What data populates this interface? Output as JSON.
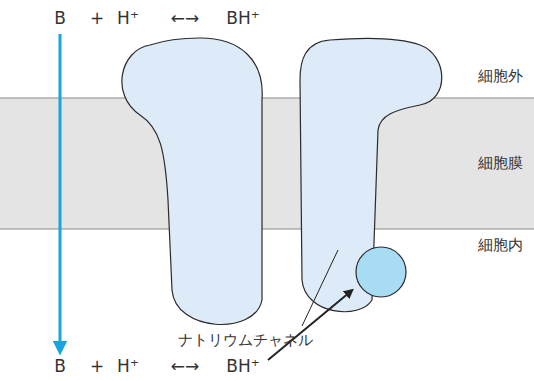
{
  "diagram": {
    "nodes": [
      {
        "text": [
          "細胞膜"
        ]
      }
    ],
    "labels": [
      "B",
      "+",
      "H⁺",
      "←→",
      "BH⁺",
      "細胞外",
      "細胞内",
      "ナトリウムチャネル",
      "B",
      "+",
      "H⁺",
      "←→",
      "BH⁺"
    ]
  }
}
